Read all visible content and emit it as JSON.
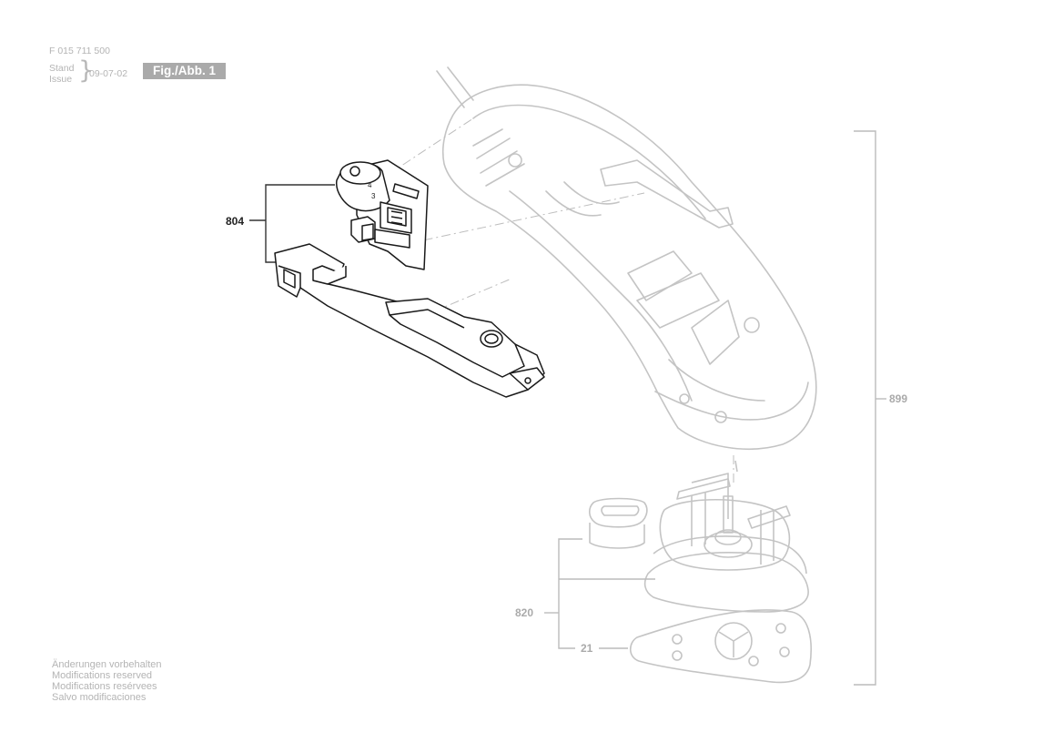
{
  "header": {
    "doc_number": "F 015 711 500",
    "stand_label": "Stand",
    "issue_label": "Issue",
    "date": "09-07-02",
    "figure_label": "Fig./Abb. 1"
  },
  "notes": [
    "Änderungen vorbehalten",
    "Modifications reserved",
    "Modifications resérvees",
    "Salvo modificaciones"
  ],
  "callouts": {
    "c804": "804",
    "c899": "899",
    "c820": "820",
    "c21": "21"
  },
  "colors": {
    "active_part": "#1a1a1a",
    "faded_part": "#c2c2c2",
    "badge": "#aaaaaa"
  }
}
